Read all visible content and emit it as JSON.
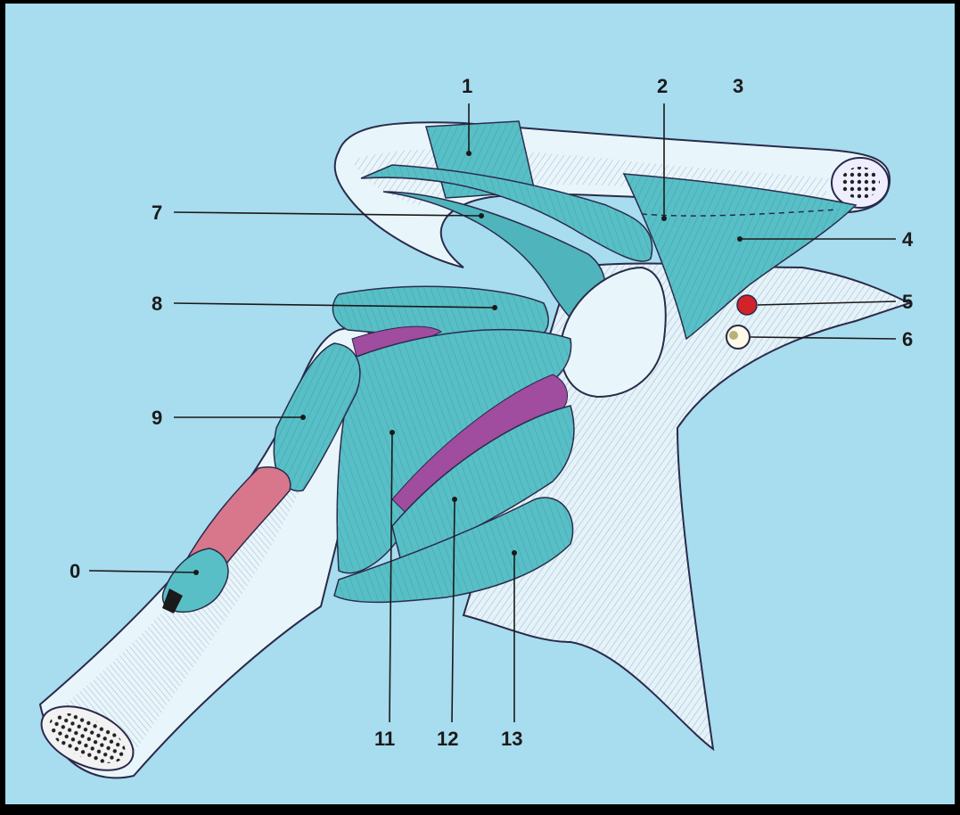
{
  "figure": {
    "labels": [
      {
        "id": "1",
        "text": "1"
      },
      {
        "id": "2",
        "text": "2"
      },
      {
        "id": "3",
        "text": "3"
      },
      {
        "id": "4",
        "text": "4"
      },
      {
        "id": "5",
        "text": "5"
      },
      {
        "id": "6",
        "text": "6"
      },
      {
        "id": "7",
        "text": "7"
      },
      {
        "id": "8",
        "text": "8"
      },
      {
        "id": "9",
        "text": "9"
      },
      {
        "id": "0",
        "text": "0"
      },
      {
        "id": "11",
        "text": "11"
      },
      {
        "id": "12",
        "text": "12"
      },
      {
        "id": "13",
        "text": "13"
      }
    ]
  },
  "colors": {
    "background": "#a8dcef",
    "paper": "#e8f6fb",
    "muscle": "#59bfc6",
    "muscle_dark": "#2f8f99",
    "purple": "#a04c9f",
    "pink": "#d8778c",
    "red_dot": "#d2232a",
    "outline": "#2a2a4a"
  }
}
